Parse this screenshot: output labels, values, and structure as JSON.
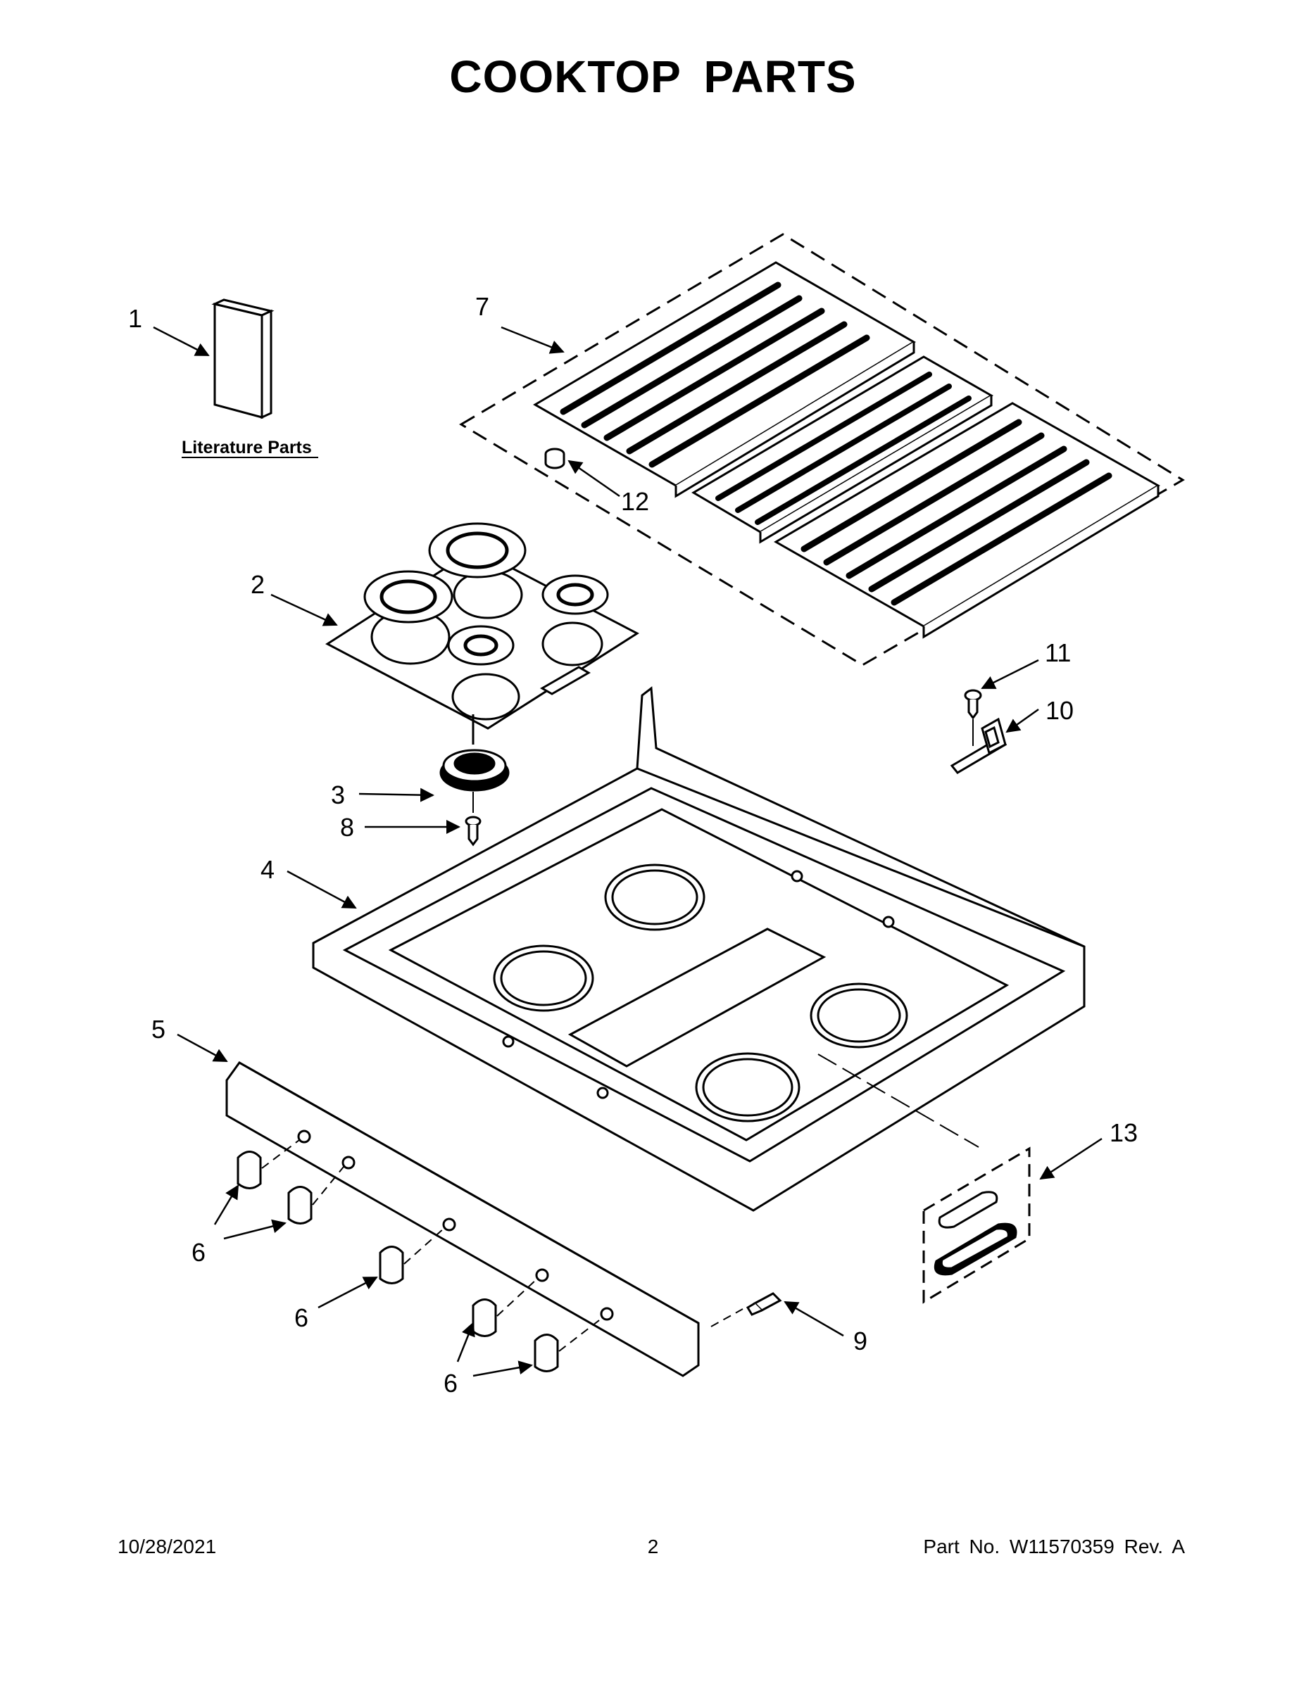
{
  "page": {
    "title": "COOKTOP PARTS",
    "literature_label": "Literature Parts"
  },
  "callouts": {
    "c1": "1",
    "c2": "2",
    "c3": "3",
    "c4": "4",
    "c5": "5",
    "c6a": "6",
    "c6b": "6",
    "c6c": "6",
    "c7": "7",
    "c8": "8",
    "c9": "9",
    "c10": "10",
    "c11": "11",
    "c12": "12",
    "c13": "13"
  },
  "footer": {
    "date": "10/28/2021",
    "page_number": "2",
    "part_number": "Part No.  W11570359  Rev.  A"
  },
  "parts": [
    {
      "callout": "1",
      "icon": "literature-book-icon"
    },
    {
      "callout": "2",
      "icon": "burner-cap-grid-icon"
    },
    {
      "callout": "3",
      "icon": "burner-base-icon"
    },
    {
      "callout": "4",
      "icon": "cooktop-panel-icon"
    },
    {
      "callout": "5",
      "icon": "control-panel-strip-icon"
    },
    {
      "callout": "6",
      "icon": "control-knob-icon"
    },
    {
      "callout": "7",
      "icon": "burner-grate-icon"
    },
    {
      "callout": "8",
      "icon": "screw-icon"
    },
    {
      "callout": "9",
      "icon": "screw-icon"
    },
    {
      "callout": "10",
      "icon": "bracket-icon"
    },
    {
      "callout": "11",
      "icon": "screw-icon"
    },
    {
      "callout": "12",
      "icon": "grate-foot-icon"
    },
    {
      "callout": "13",
      "icon": "igniter-kit-icon"
    }
  ]
}
